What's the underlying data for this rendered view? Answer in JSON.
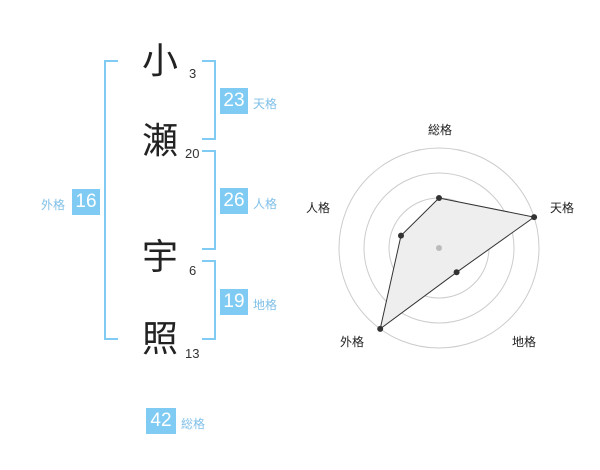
{
  "name_chars": [
    {
      "char": "小",
      "strokes": "3"
    },
    {
      "char": "瀬",
      "strokes": "20"
    },
    {
      "char": "宇",
      "strokes": "6"
    },
    {
      "char": "照",
      "strokes": "13"
    }
  ],
  "kakusu": {
    "tenkaku": {
      "value": "23",
      "label": "天格"
    },
    "jinkaku": {
      "value": "26",
      "label": "人格"
    },
    "chikaku": {
      "value": "19",
      "label": "地格"
    },
    "gaikaku": {
      "value": "16",
      "label": "外格"
    },
    "soukaku": {
      "value": "42",
      "label": "総格"
    }
  },
  "colors": {
    "accent": "#7fcbf3",
    "label": "#7fbfe8",
    "radar_fill": "#eeeeee"
  },
  "chart_data": {
    "type": "radar",
    "axes": [
      "総格",
      "天格",
      "地格",
      "外格",
      "人格"
    ],
    "values": [
      0.5,
      1.0,
      0.3,
      1.0,
      0.4
    ],
    "range": [
      0,
      1
    ],
    "rings": 4
  }
}
